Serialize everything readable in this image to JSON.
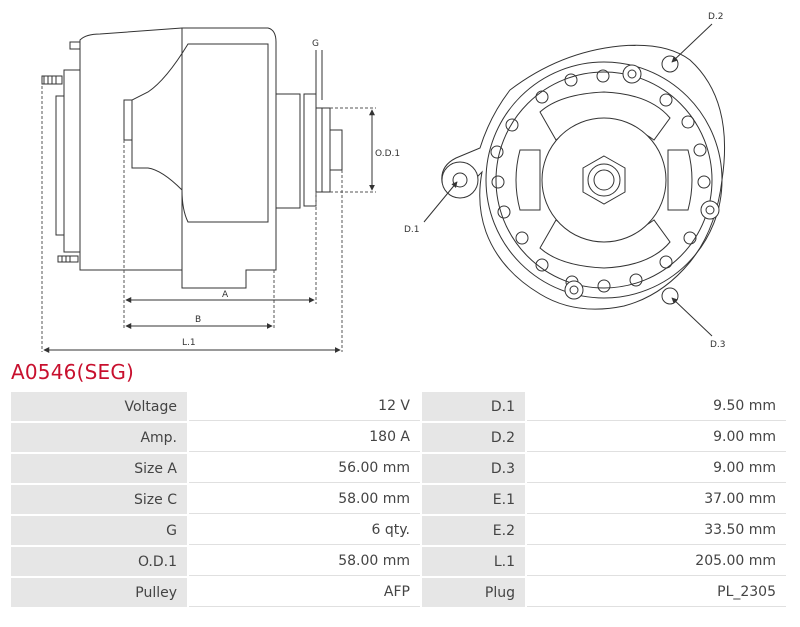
{
  "drawing": {
    "labels": {
      "g": "G",
      "od1": "O.D.1",
      "a": "A",
      "b": "B",
      "l1": "L.1",
      "d1": "D.1",
      "d2": "D.2",
      "d3": "D.3"
    }
  },
  "title": "A0546(SEG)",
  "specs": [
    {
      "label1": "Voltage",
      "value1": "12 V",
      "label2": "D.1",
      "value2": "9.50 mm"
    },
    {
      "label1": "Amp.",
      "value1": "180 A",
      "label2": "D.2",
      "value2": "9.00 mm"
    },
    {
      "label1": "Size A",
      "value1": "56.00 mm",
      "label2": "D.3",
      "value2": "9.00 mm"
    },
    {
      "label1": "Size C",
      "value1": "58.00 mm",
      "label2": "E.1",
      "value2": "37.00 mm"
    },
    {
      "label1": "G",
      "value1": "6 qty.",
      "label2": "E.2",
      "value2": "33.50 mm"
    },
    {
      "label1": "O.D.1",
      "value1": "58.00 mm",
      "label2": "L.1",
      "value2": "205.00 mm"
    },
    {
      "label1": "Pulley",
      "value1": "AFP",
      "label2": "Plug",
      "value2": "PL_2305"
    }
  ]
}
